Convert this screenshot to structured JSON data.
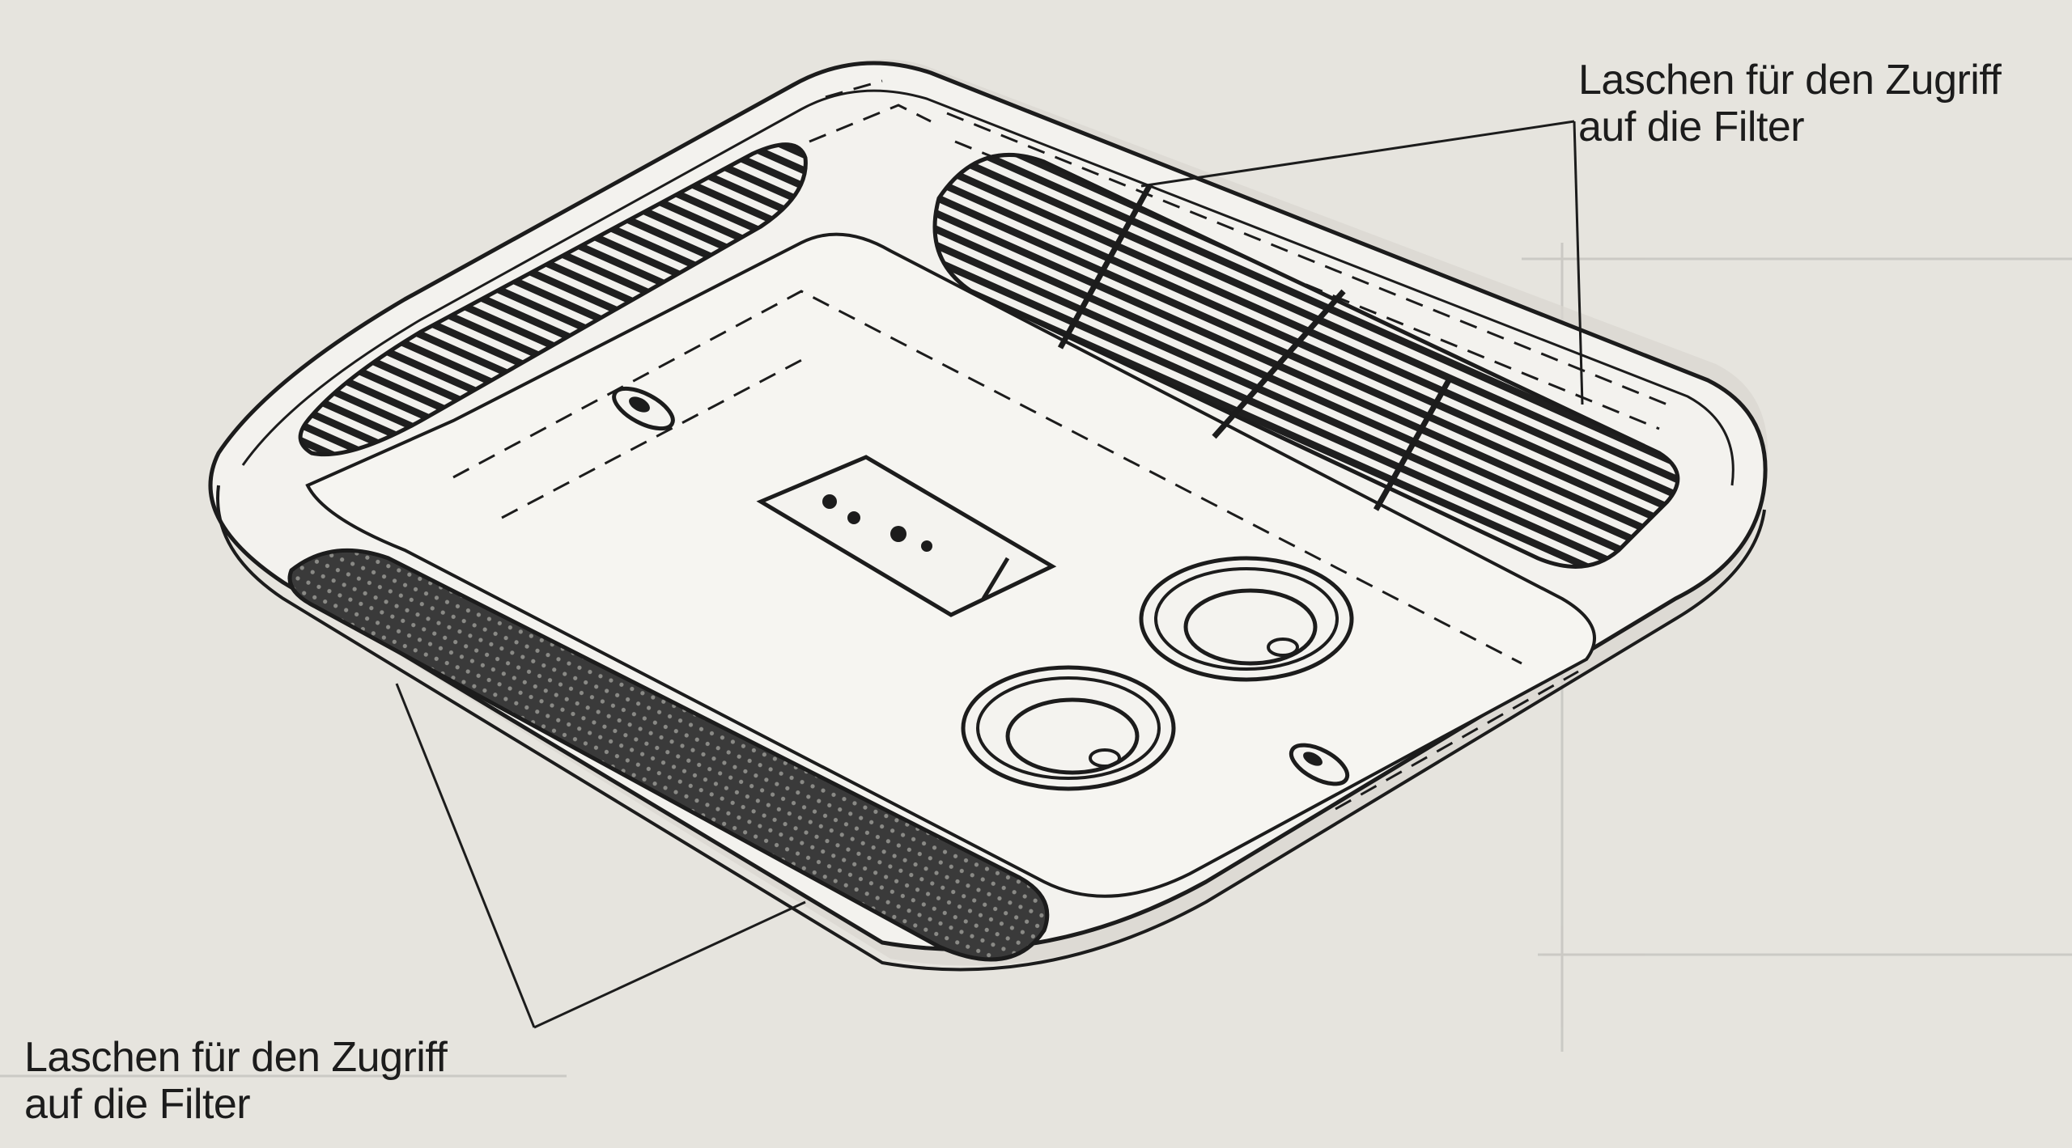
{
  "labels": {
    "top": {
      "line1": "Laschen für den Zugriff",
      "line2": "auf die Filter"
    },
    "bottom": {
      "line1": "Laschen für den Zugriff",
      "line2": "auf die Filter"
    }
  },
  "colors": {
    "paper": "#e6e4de",
    "ink": "#1c1c1c",
    "grille_dark": "#2e2e2e"
  }
}
